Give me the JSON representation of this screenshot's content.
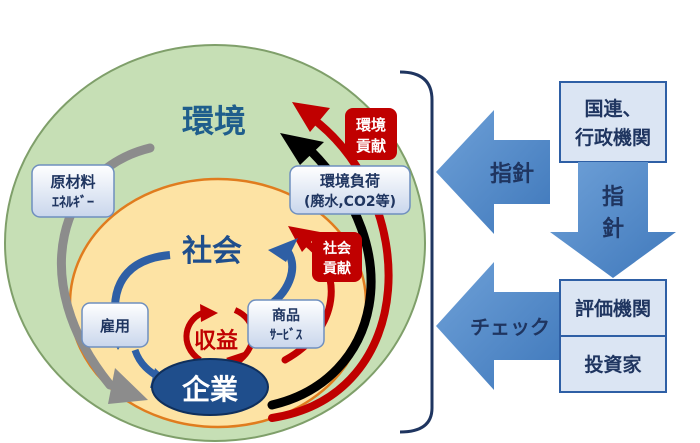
{
  "diagram": {
    "environment": {
      "title": "環境",
      "contribution_line1": "環境",
      "contribution_line2": "貢献"
    },
    "society": {
      "title": "社会",
      "contribution_line1": "社会",
      "contribution_line2": "貢献"
    },
    "company": {
      "title": "企業",
      "profit": "収益"
    },
    "boxes": {
      "raw_materials_line1": "原材料",
      "raw_materials_line2": "ｴﾈﾙｷﾞｰ",
      "env_load_line1": "環境負荷",
      "env_load_line2": "(廃水,CO2等)",
      "employment": "雇用",
      "products_line1": "商品",
      "products_line2": "ｻｰﾋﾞｽ"
    },
    "right_side": {
      "un_gov_line1": "国連、",
      "un_gov_line2": "行政機関",
      "guideline_arrow": "指針",
      "guideline_down_line1": "指",
      "guideline_down_line2": "針",
      "check_arrow": "チェック",
      "rating_agency": "評価機関",
      "investor": "投資家"
    },
    "colors": {
      "environment_fill": "#c6dfb5",
      "society_fill": "#fde3a4",
      "company_fill": "#1f4e8c",
      "arrow_blue": "#4f87c7",
      "arrow_red": "#c00000",
      "arrow_black": "#000000",
      "arrow_gray": "#8c8c8c",
      "box_fill": "#dbe5f3",
      "text_navy": "#1f3560"
    }
  }
}
